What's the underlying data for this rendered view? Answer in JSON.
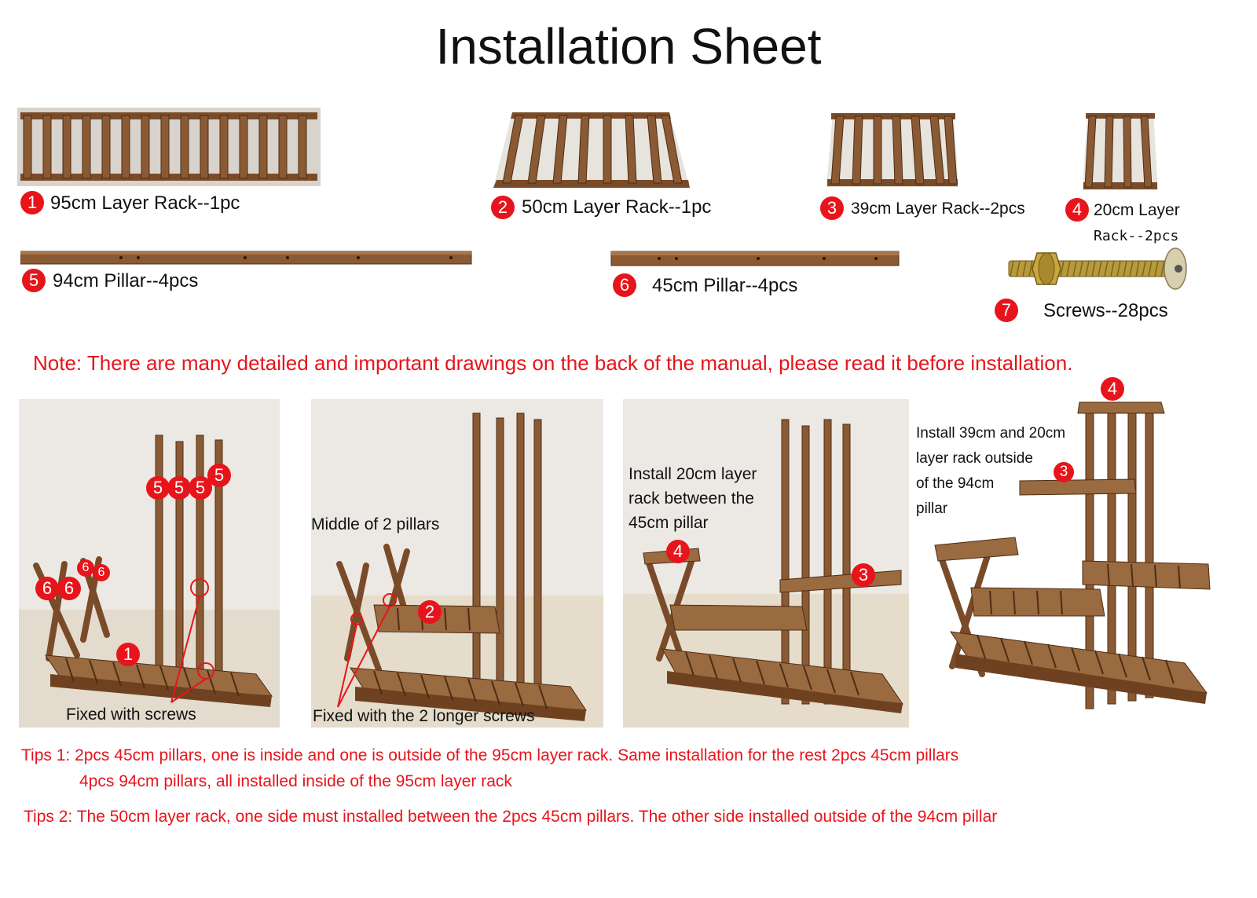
{
  "title": "Installation Sheet",
  "parts": [
    {
      "num": "1",
      "label": "95cm Layer Rack--1pc"
    },
    {
      "num": "2",
      "label": "50cm Layer Rack--1pc"
    },
    {
      "num": "3",
      "label": "39cm Layer Rack--2pcs"
    },
    {
      "num": "4",
      "label_line1": "20cm Layer",
      "label_line2": "Rack--2pcs"
    },
    {
      "num": "5",
      "label": "94cm Pillar--4pcs"
    },
    {
      "num": "6",
      "label": "45cm Pillar--4pcs"
    },
    {
      "num": "7",
      "label": "Screws--28pcs"
    }
  ],
  "note": "Note: There are many detailed and important drawings on the back of the manual, please read it before installation.",
  "steps": [
    {
      "badges": [
        "5",
        "5",
        "5",
        "5",
        "6",
        "6",
        "6",
        "6",
        "1"
      ],
      "caption": "Fixed with screws"
    },
    {
      "badge": "2",
      "top_label": "Middle of 2 pillars",
      "caption": "Fixed with the 2 longer screws"
    },
    {
      "badges": [
        "4",
        "3"
      ],
      "text_lines": [
        "Install 20cm layer",
        "rack between the",
        "45cm pillar"
      ]
    },
    {
      "badges": [
        "4",
        "3"
      ],
      "text_lines": [
        "Install 39cm and 20cm",
        "layer rack outside",
        "of the 94cm",
        "pillar"
      ]
    }
  ],
  "tips": {
    "tip1_line1": "Tips 1: 2pcs 45cm pillars, one is inside and one is outside of the 95cm layer rack. Same installation for the rest 2pcs 45cm pillars",
    "tip1_line2": "4pcs 94cm pillars, all installed inside of the 95cm layer rack",
    "tip2": "Tips 2: The 50cm layer rack, one side must installed between the 2pcs 45cm pillars. The other side installed outside of the 94cm pillar"
  },
  "colors": {
    "accent_red": "#e8141b",
    "wood": "#8a5a34",
    "wood_dark": "#5a3518",
    "photo_bg": "#ece9e4"
  }
}
